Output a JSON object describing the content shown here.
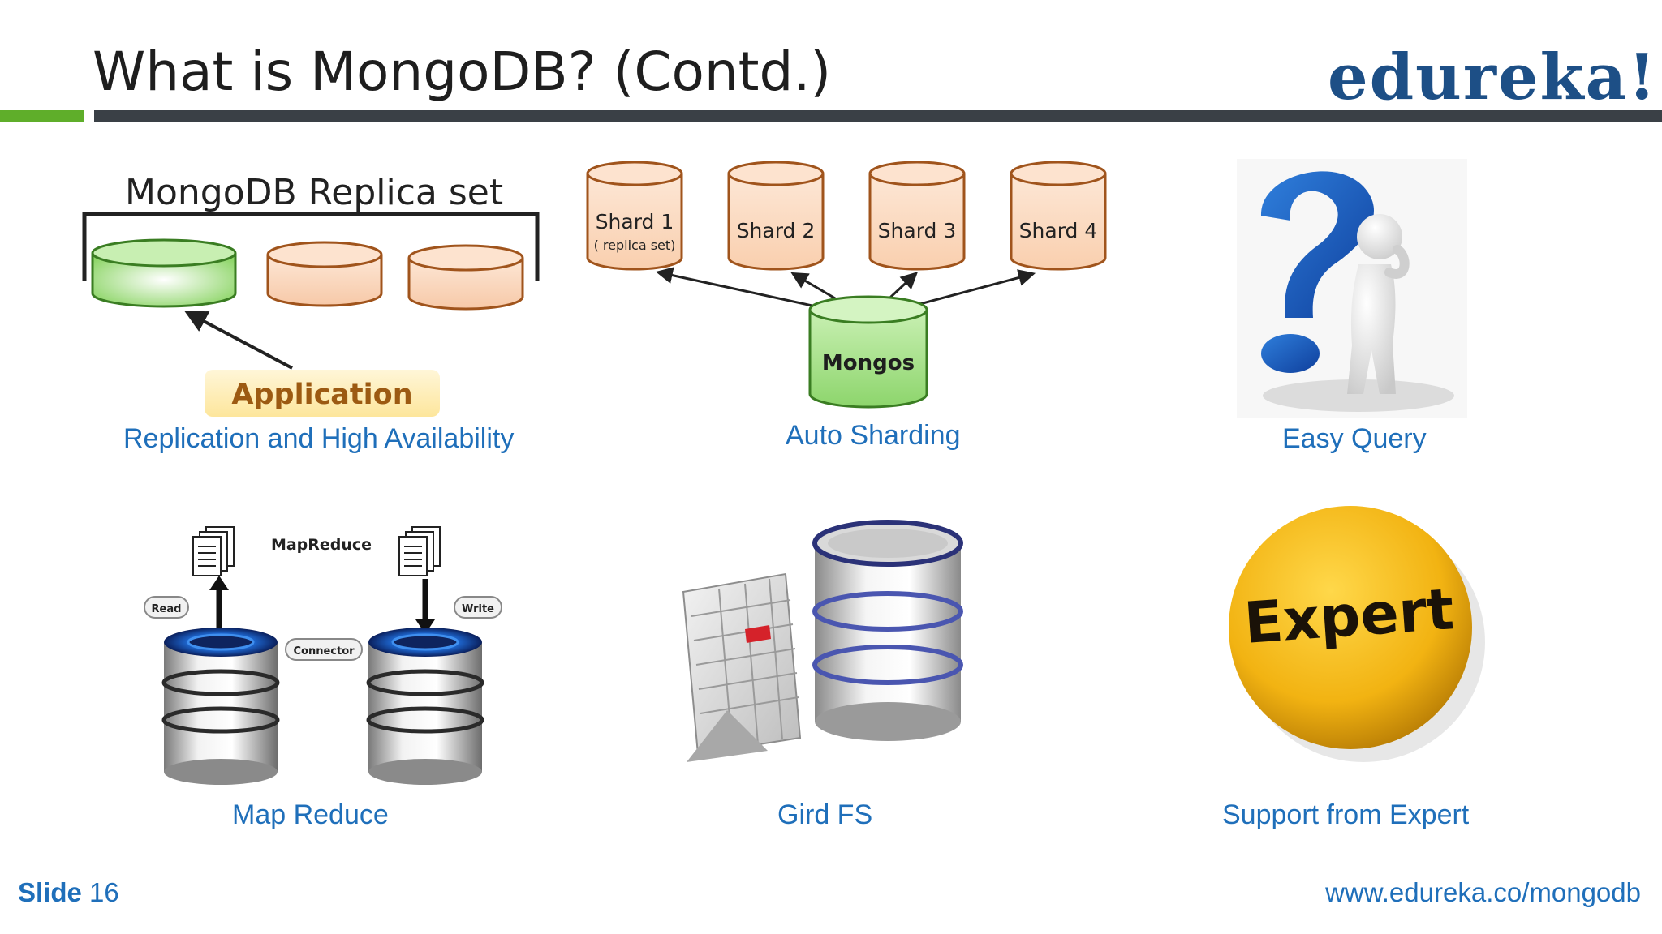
{
  "slide": {
    "title": "What is MongoDB? (Contd.)",
    "logo_text": "edureka!",
    "slide_label": "Slide",
    "slide_number": "16",
    "url": "www.edureka.co/mongodb"
  },
  "replication": {
    "heading": "MongoDB Replica set",
    "app_label": "Application",
    "caption": "Replication and High Availability"
  },
  "sharding": {
    "shards": [
      {
        "name": "Shard 1",
        "sub": "( replica set)"
      },
      {
        "name": "Shard 2",
        "sub": ""
      },
      {
        "name": "Shard 3",
        "sub": ""
      },
      {
        "name": "Shard 4",
        "sub": ""
      }
    ],
    "router": "Mongos",
    "caption": "Auto Sharding"
  },
  "query": {
    "caption": "Easy Query"
  },
  "mapreduce": {
    "title": "MapReduce",
    "read": "Read",
    "write": "Write",
    "connector": "Connector",
    "caption": "Map Reduce"
  },
  "gridfs": {
    "caption": "Gird FS"
  },
  "expert": {
    "badge_text": "Expert",
    "caption": "Support from Expert"
  },
  "colors": {
    "accent_blue": "#1f6fba",
    "bar_green": "#5fae2a",
    "bar_dark": "#3a4046",
    "shard_fill": "#fbd9bf",
    "shard_stroke": "#a0541c",
    "green_fill": "#a6e08a"
  }
}
